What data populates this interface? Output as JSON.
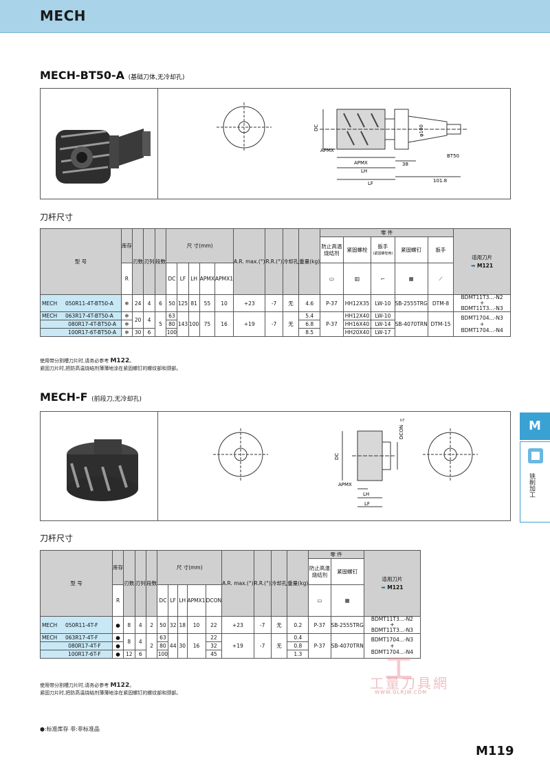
{
  "header": {
    "title": "MECH"
  },
  "section1": {
    "title": "MECH-BT50-A",
    "title_note": "(基础刀体,无冷却孔)",
    "dims": {
      "dc": "DC",
      "apmx": "APMX",
      "lh": "LH",
      "lf": "LF",
      "d100": "φ100",
      "n38": "38",
      "bt50": "BT50",
      "n1018": "101.8"
    },
    "subtitle": "刀杆尺寸",
    "table": {
      "h_model": "型 号",
      "h_stock": "库存",
      "h_stock_r": "R",
      "h_z": "刃数",
      "h_blade": "刃列",
      "h_seg": "段数",
      "h_size": "尺 寸(mm)",
      "h_dc": "DC",
      "h_lf": "LF",
      "h_lh": "LH",
      "h_apmx": "APMX",
      "h_apmx1": "APMX1",
      "h_ar": "A.R. max.(°)",
      "h_rr": "R.R.(°)",
      "h_cool": "冷却孔",
      "h_wt": "重量(kg)",
      "h_parts": "零 件",
      "h_p1": "防止高温烧结剂",
      "h_p2": "紧固螺栓",
      "h_p3": "扳手",
      "h_p3b": "(紧固螺栓用)",
      "h_p4": "紧固螺钉",
      "h_p5": "扳手",
      "h_insert": "适用刀片",
      "h_insert_ref": "M121",
      "rows": [
        {
          "series": "MECH",
          "model": "050R11-4T-BT50-A",
          "stock": "❄",
          "z": "24",
          "blade": "4",
          "seg": "6",
          "dc": "50",
          "lf": "125",
          "lh": "81",
          "apmx": "55",
          "apmx1": "10",
          "ar": "+23",
          "rr": "-7",
          "cool": "无",
          "wt": "4.6",
          "p1": "P-37",
          "p2": "HH12X35",
          "p3": "LW-10",
          "p4": "SB-2555TRG",
          "p5": "DTM-8",
          "ins1": "BDMT11T3...-N2",
          "ins_plus": "+",
          "ins2": "BDMT11T3...-N3"
        },
        {
          "series": "MECH",
          "model": "063R17-4T-BT50-A",
          "stock": "❄",
          "wt": "5.4",
          "p2": "HH12X40",
          "p3": "LW-10",
          "dc": "63"
        },
        {
          "model": "080R17-4T-BT50-A",
          "stock": "❄",
          "dc": "80",
          "lf": "143",
          "lh": "100",
          "apmx": "75",
          "apmx1": "16",
          "ar": "+19",
          "rr": "-7",
          "cool": "无",
          "wt": "6.8",
          "p1": "P-37",
          "p2": "HH16X40",
          "p3": "LW-14",
          "p4": "SB-4070TRN",
          "p5": "DTM-15",
          "seg": "5",
          "z": "20",
          "blade": "4",
          "ins1": "BDMT1704...-N3",
          "ins_plus": "+",
          "ins2": "BDMT1704...-N4"
        },
        {
          "model": "100R17-6T-BT50-A",
          "stock": "❄",
          "z": "30",
          "blade": "6",
          "dc": "100",
          "wt": "8.5",
          "p2": "HH20X40",
          "p3": "LW-17"
        }
      ]
    },
    "notes": [
      "使用带分割槽刀片时,请务必参考",
      "M122",
      "紧固刀片时,把防高温烧结剂薄薄地涂在紧固螺钉的螺纹部和颈部。"
    ]
  },
  "section2": {
    "title": "MECH-F",
    "title_note": "(前段刀,无冷却孔)",
    "dims": {
      "dc": "DC",
      "dcon": "DCON",
      "h7": "h7",
      "apmx": "APMX",
      "lh": "LH",
      "lf": "LF"
    },
    "subtitle": "刀杆尺寸",
    "table": {
      "h_dcon": "DCON",
      "rows": [
        {
          "series": "MECH",
          "model": "050R11-4T-F",
          "stock": "●",
          "z": "8",
          "blade": "4",
          "seg": "2",
          "dc": "50",
          "lf": "32",
          "lh": "18",
          "apmx1": "10",
          "dcon": "22",
          "ar": "+23",
          "rr": "-7",
          "cool": "无",
          "wt": "0.2",
          "p1": "P-37",
          "p4": "SB-2555TRG",
          "ins1": "BDMT11T3...-N2",
          "ins_plus": "+",
          "ins2": "BDMT11T3...-N3"
        },
        {
          "series": "MECH",
          "model": "063R17-4T-F",
          "stock": "●",
          "dc": "63",
          "dcon": "22",
          "wt": "0.4"
        },
        {
          "model": "080R17-4T-F",
          "stock": "●",
          "z": "8",
          "blade": "4",
          "seg": "2",
          "dc": "80",
          "lf": "44",
          "lh": "30",
          "apmx1": "16",
          "dcon": "32",
          "ar": "+19",
          "rr": "-7",
          "cool": "无",
          "wt": "0.8",
          "p1": "P-37",
          "p4": "SB-4070TRN",
          "ins1": "BDMT1704...-N3",
          "ins_plus": "+",
          "ins2": "BDMT1704...-N4"
        },
        {
          "model": "100R17-6T-F",
          "stock": "●",
          "z": "12",
          "blade": "6",
          "dc": "100",
          "dcon": "45",
          "wt": "1.3"
        }
      ]
    },
    "notes": [
      "使用带分割槽刀片时,请务必参考",
      "M122",
      "紧固刀片时,把防高温烧结剂薄薄地涂在紧固螺钉的螺纹部和颈部。"
    ]
  },
  "side": {
    "tab": "M",
    "label": "铣削加工"
  },
  "legend": "●:标准库存  非:非标准品",
  "page_number": "M119",
  "watermark": {
    "line1": "工量刀具網",
    "line2": "WWW.GLRJW.COM"
  },
  "colors": {
    "header_bg": "#a9d3e8",
    "accent": "#3aa1d3",
    "highlight": "#c8e8f6",
    "gray": "#d0d0d0"
  }
}
